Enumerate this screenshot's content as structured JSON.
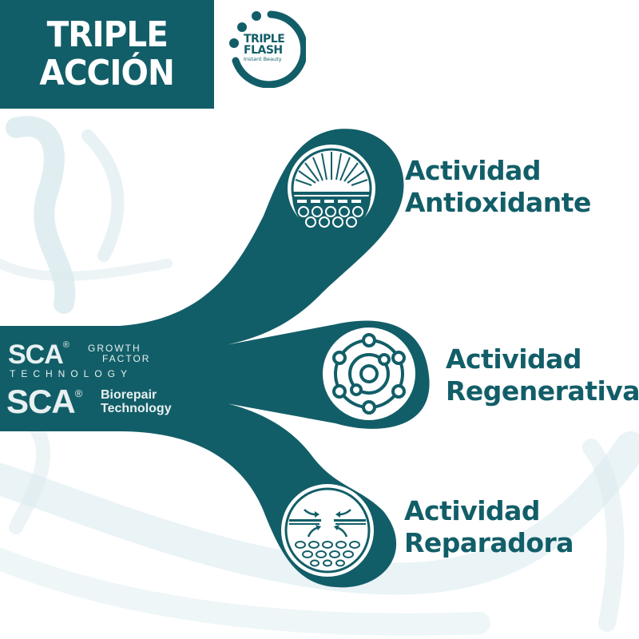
{
  "header": {
    "title_line1": "TRIPLE",
    "title_line2": "ACCIÓN"
  },
  "logo": {
    "line1": "TRIPLE",
    "line2": "FLASH",
    "tagline": "Instant Beauty"
  },
  "technologies": [
    {
      "brand": "SCA",
      "registered": "®",
      "line1": "GROWTH",
      "line2": "FACTOR",
      "line3": "TECHNOLOGY"
    },
    {
      "brand": "SCA",
      "registered": "®",
      "line1": "Biorepair",
      "line2": "Technology"
    }
  ],
  "actions": [
    {
      "line1": "Actividad",
      "line2": "Antioxidante",
      "icon": "sun-over-skin-icon"
    },
    {
      "line1": "Actividad",
      "line2": "Regenerativa",
      "icon": "molecule-orbit-icon"
    },
    {
      "line1": "Actividad",
      "line2": "Reparadora",
      "icon": "skin-repair-arrows-icon"
    }
  ],
  "colors": {
    "brand_teal": "#125e68",
    "background": "#ffffff",
    "splash": "#d6e9ed"
  }
}
